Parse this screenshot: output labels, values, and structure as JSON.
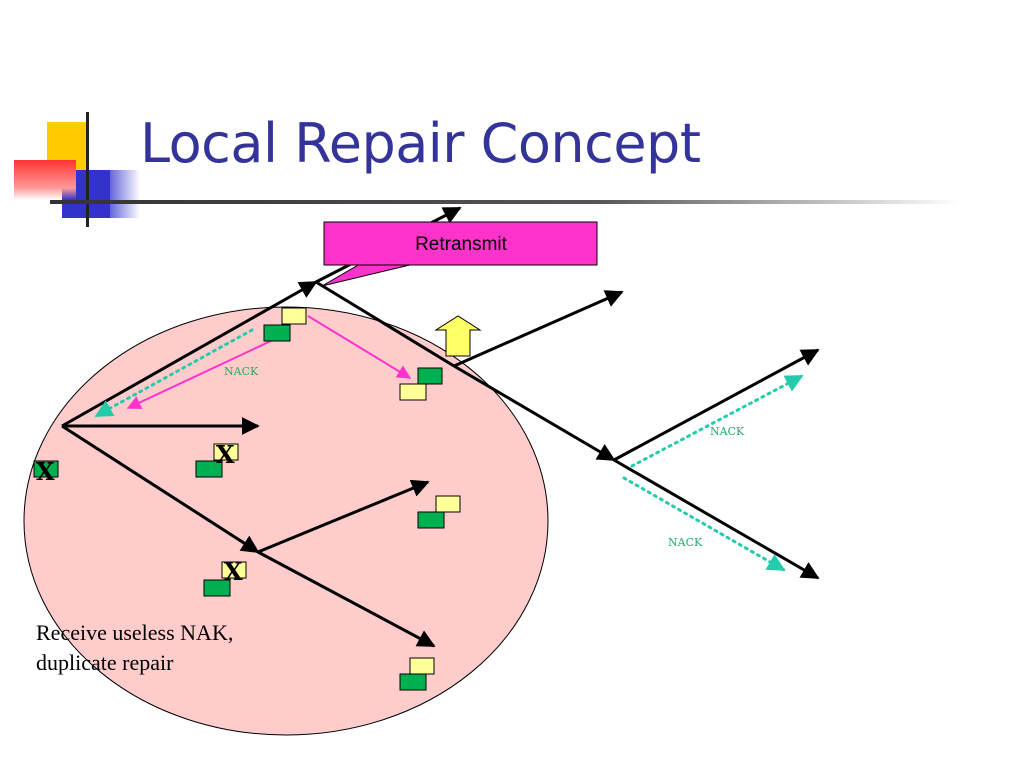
{
  "slide": {
    "title": "Local Repair Concept",
    "callout": "Retransmit",
    "caption_lines": [
      "Receive useless NAK,",
      "duplicate repair"
    ],
    "nack_labels": [
      "NACK",
      "NACK",
      "NACK"
    ],
    "loss_marks": [
      "X",
      "X",
      "X"
    ]
  },
  "colors": {
    "title": "#333399",
    "region_fill": "#ffcccc",
    "callout_fill": "#ff33cc",
    "nack_arrow": "#22ccaa",
    "retransmit_arrow": "#ff33cc",
    "packet_yellow": "#ffff99",
    "packet_green": "#00b050",
    "up_arrow": "#ffff66"
  }
}
